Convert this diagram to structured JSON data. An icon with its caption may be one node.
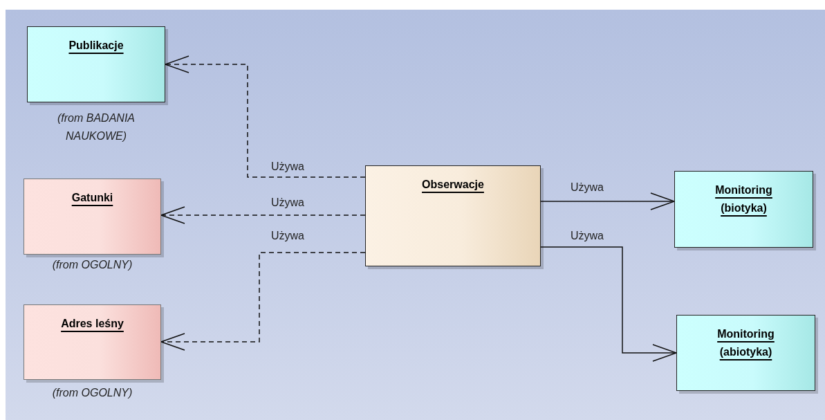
{
  "diagram": {
    "nodes": [
      {
        "text": [
          "Publikacje"
        ],
        "beside": [
          "(from BADANIA NAUKOWE)"
        ]
      },
      {
        "text": [
          "Gatunki"
        ],
        "beside": [
          "(from OGOLNY)"
        ]
      },
      {
        "text": [
          "Adres leśny"
        ],
        "beside": [
          "(from OGOLNY)"
        ]
      },
      {
        "text": [
          "Obserwacje"
        ]
      },
      {
        "text": [
          "Monitoring (biotyka)"
        ]
      },
      {
        "text": [
          "Monitoring (abiotyka)"
        ]
      }
    ],
    "edges": [
      {
        "from": 3,
        "to": 0,
        "arrow": "to",
        "label": "Używa",
        "style": "dashed"
      },
      {
        "from": 3,
        "to": 1,
        "arrow": "to",
        "label": "Używa",
        "style": "dashed"
      },
      {
        "from": 3,
        "to": 2,
        "arrow": "to",
        "label": "Używa",
        "style": "dashed"
      },
      {
        "from": 3,
        "to": 4,
        "arrow": "to",
        "label": "Używa"
      },
      {
        "from": 3,
        "to": 5,
        "arrow": "to",
        "label": "Używa"
      }
    ]
  }
}
